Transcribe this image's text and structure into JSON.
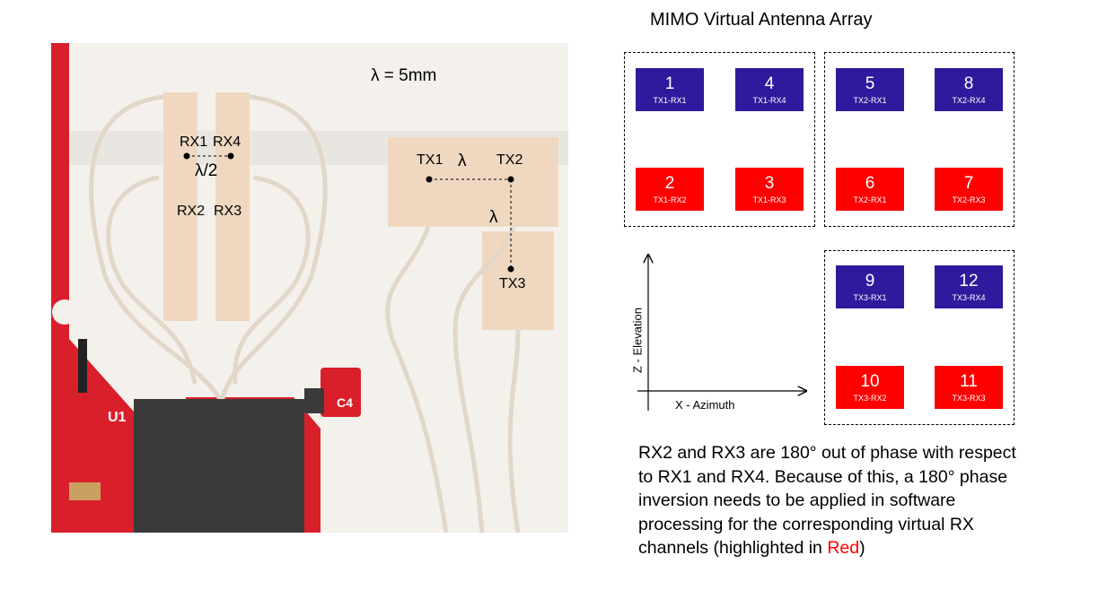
{
  "pcb": {
    "wavelength_label": "λ = 5mm",
    "rx": {
      "rx1": "RX1",
      "rx4": "RX4",
      "rx2": "RX2",
      "rx3": "RX3",
      "spacing": "λ/2"
    },
    "tx": {
      "tx1": "TX1",
      "tx2": "TX2",
      "tx3": "TX3",
      "h_spacing": "λ",
      "v_spacing": "λ"
    },
    "silkscreen": {
      "u1": "U1",
      "c4": "C4"
    }
  },
  "array": {
    "title": "MIMO Virtual Antenna Array",
    "groups": [
      {
        "cells": [
          {
            "num": "1",
            "sub": "TX1-RX1",
            "color": "blue"
          },
          {
            "num": "4",
            "sub": "TX1-RX4",
            "color": "blue"
          },
          {
            "num": "2",
            "sub": "TX1-RX2",
            "color": "red"
          },
          {
            "num": "3",
            "sub": "TX1-RX3",
            "color": "red"
          }
        ]
      },
      {
        "cells": [
          {
            "num": "5",
            "sub": "TX2-RX1",
            "color": "blue"
          },
          {
            "num": "8",
            "sub": "TX2-RX4",
            "color": "blue"
          },
          {
            "num": "6",
            "sub": "TX2-RX1",
            "color": "red"
          },
          {
            "num": "7",
            "sub": "TX2-RX3",
            "color": "red"
          }
        ]
      },
      {
        "cells": [
          {
            "num": "9",
            "sub": "TX3-RX1",
            "color": "blue"
          },
          {
            "num": "12",
            "sub": "TX3-RX4",
            "color": "blue"
          },
          {
            "num": "10",
            "sub": "TX3-RX2",
            "color": "red"
          },
          {
            "num": "11",
            "sub": "TX3-RX3",
            "color": "red"
          }
        ]
      }
    ],
    "axes": {
      "x_label": "X - Azimuth",
      "z_label": "Z - Elevation"
    },
    "colors": {
      "blue": "#2e1a9c",
      "red": "#ff0000"
    }
  },
  "note": {
    "text": "RX2 and RX3 are 180° out of phase with respect to RX1 and RX4. Because of this, a 180° phase inversion needs to be applied in software processing for the corresponding virtual RX channels (highlighted  in ",
    "highlight": "Red",
    "end": ")"
  }
}
